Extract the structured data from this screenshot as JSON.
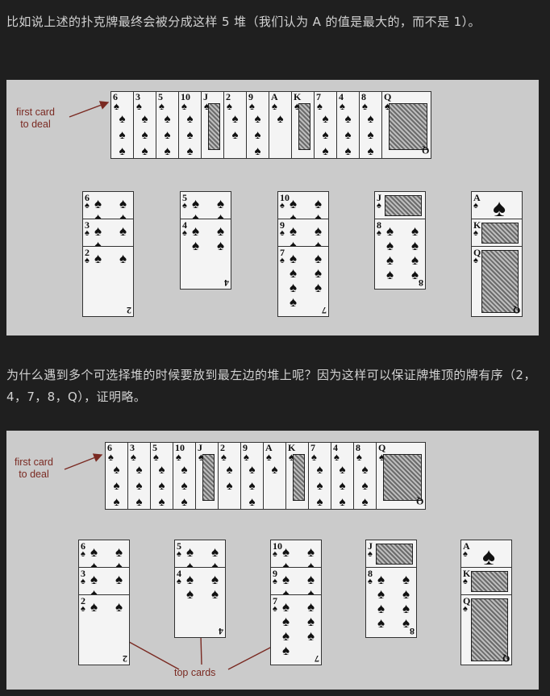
{
  "paragraph1": "比如说上述的扑克牌最终会被分成这样 5 堆（我们认为 A 的值是最大的，而不是 1）。",
  "paragraph2": "为什么遇到多个可选择堆的时候要放到最左边的堆上呢？因为这样可以保证牌堆顶的牌有序（2，4，7，8，Q），证明略。",
  "figure1": {
    "label": "first card\nto deal",
    "row": [
      "6",
      "3",
      "5",
      "10",
      "J",
      "2",
      "9",
      "A",
      "K",
      "7",
      "4",
      "8",
      "Q"
    ],
    "piles": [
      [
        "6",
        "3",
        "2"
      ],
      [
        "5",
        "4"
      ],
      [
        "10",
        "9",
        "7"
      ],
      [
        "J",
        "8"
      ],
      [
        "A",
        "K",
        "Q"
      ]
    ]
  },
  "figure2": {
    "label": "first card\nto deal",
    "top_label": "top cards",
    "row": [
      "6",
      "3",
      "5",
      "10",
      "J",
      "2",
      "9",
      "A",
      "K",
      "7",
      "4",
      "8",
      "Q"
    ],
    "piles": [
      [
        "6",
        "3",
        "2"
      ],
      [
        "5",
        "4"
      ],
      [
        "10",
        "9",
        "7"
      ],
      [
        "J",
        "8"
      ],
      [
        "A",
        "K",
        "Q"
      ]
    ]
  },
  "suit": "♠",
  "colors": {
    "background": "#1f1f1f",
    "figure_bg": "#cbcbcb",
    "annotation": "#7a2a22"
  }
}
